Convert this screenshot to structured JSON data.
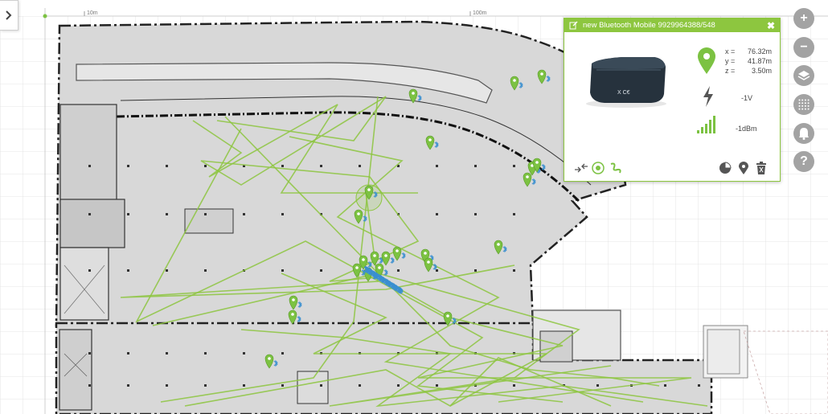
{
  "ruler": {
    "label_a": "10m",
    "label_b": "100m"
  },
  "device_panel": {
    "title": "new Bluetooth Mobile 9929964388/548",
    "close_label": "✖",
    "coords": {
      "x_key": "x =",
      "x_val": "76.32m",
      "y_key": "y =",
      "y_val": "41.87m",
      "z_key": "z =",
      "z_val": "3.50m"
    },
    "battery_value": "-1V",
    "signal_value": "-1dBm",
    "device_label": "X C€"
  },
  "toolbar": {
    "zoom_in": "+",
    "zoom_out": "−",
    "help": "?"
  },
  "colors": {
    "accent": "#8dc63f",
    "tag_blue": "#3a8fd0",
    "floor": "#d6d6d6",
    "toolbar_button": "#a3a3a3"
  },
  "icons": [
    "chevron-right-icon",
    "edit-icon",
    "close-icon",
    "location-pin-icon",
    "lightning-icon",
    "signal-bars-icon",
    "merge-icon",
    "target-icon",
    "trail-icon",
    "pie-chart-icon",
    "pin-icon",
    "trash-icon",
    "layers-icon",
    "grid-icon",
    "bell-icon",
    "help-icon",
    "bluetooth-icon"
  ]
}
